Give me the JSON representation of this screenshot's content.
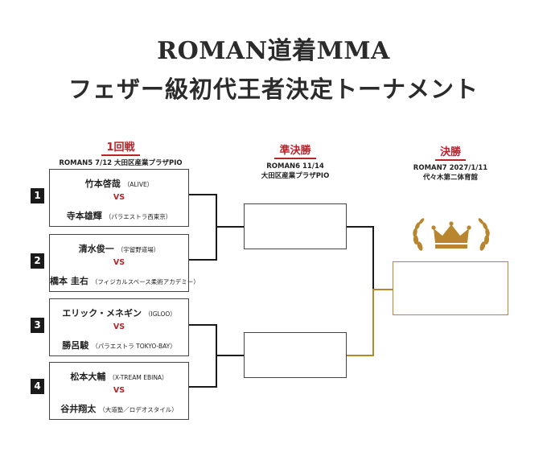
{
  "title": {
    "line1": "ROMAN道着MMA",
    "line2": "フェザー級初代王者決定トーナメント"
  },
  "rounds": {
    "r1": {
      "name": "1回戦",
      "info": "ROMAN5 7/12 大田区産業プラザPIO"
    },
    "semi": {
      "name": "準決勝",
      "info_line1": "ROMAN6 11/14",
      "info_line2": "大田区産業プラザPIO"
    },
    "final": {
      "name": "決勝",
      "info_line1": "ROMAN7 2027/1/11",
      "info_line2": "代々木第二体育館"
    }
  },
  "vs_label": "VS",
  "matches": [
    {
      "number": "1",
      "a_name": "竹本啓哉",
      "a_team": "（ALIVE）",
      "b_name": "寺本雄輝",
      "b_team": "（パラエストラ西東京）"
    },
    {
      "number": "2",
      "a_name": "清水俊一",
      "a_team": "（宇留野道場）",
      "b_name": "橋本 圭右",
      "b_team": "（フィジカルスペース柔術アカデミー）"
    },
    {
      "number": "3",
      "a_name": "エリック・メネギン",
      "a_team": "（IGLOO）",
      "b_name": "勝呂駿",
      "b_team": "（パラエストラ TOKYO-BAY）"
    },
    {
      "number": "4",
      "a_name": "松本大輔",
      "a_team": "（X-TREAM EBINA）",
      "b_name": "谷井翔太",
      "b_team": "（大道塾／ロデオスタイル）"
    }
  ],
  "colors": {
    "accent_red": "#b8242a",
    "gold": "#b8862e",
    "line": "#1a1a1a"
  },
  "icons": {
    "crown": "crown-icon",
    "laurel": "laurel-icon"
  }
}
